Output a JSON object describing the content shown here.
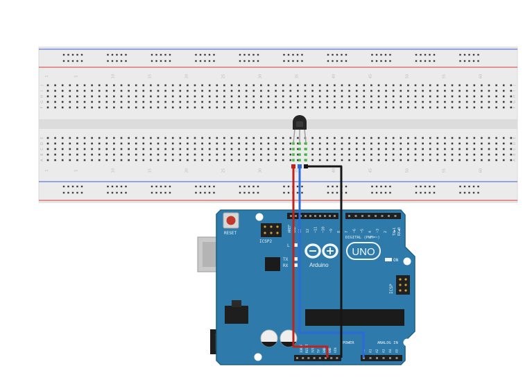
{
  "breadboard": {
    "column_numbers": [
      "1",
      "5",
      "10",
      "15",
      "20",
      "25",
      "30",
      "35",
      "40",
      "45",
      "50",
      "55",
      "60"
    ],
    "row_letters_top": [
      "J",
      "I",
      "H",
      "G",
      "F"
    ],
    "row_letters_bottom": [
      "E",
      "D",
      "C",
      "B",
      "A"
    ],
    "colors": {
      "body": "#ebebeb",
      "rail_red": "#d23a3a",
      "rail_blue": "#3a5fd6",
      "hole": "#3a3a3a",
      "active_hole": "#3fbf3f"
    }
  },
  "sensor": {
    "colors": {
      "body": "#262626"
    }
  },
  "wires": {
    "colors": {
      "red": "#c0231b",
      "blue": "#2c6ad8",
      "black": "#161616"
    }
  },
  "arduino": {
    "reset_label": "RESET",
    "icsp2_label": "ICSP2",
    "icsp_label": "ICSP",
    "led_l": "L",
    "led_tx": "TX",
    "led_rx": "RX",
    "on_label": "ON",
    "brand": "Arduino",
    "model": "UNO",
    "aref_label": "AREF",
    "gnd_label": "GND",
    "digital_label": "DIGITAL (PWM=~)",
    "power_label": "POWER",
    "analog_label": "ANALOG IN",
    "tx_pin": "TX▶1",
    "rx_pin": "RX◀0",
    "digital_pins": [
      "13",
      "12",
      "~11",
      "~10",
      "~9",
      "8",
      "7",
      "~6",
      "~5",
      "4",
      "~3",
      "2"
    ],
    "power_pins": [
      "IOREF",
      "RESET",
      "3V3",
      "5V",
      "GND",
      "GND",
      "VIN"
    ],
    "analog_pins": [
      "A0",
      "A1",
      "A2",
      "A3",
      "A4",
      "A5"
    ],
    "colors": {
      "board": "#2e7bab",
      "board_edge": "#1f5f86",
      "header": "#202020",
      "text": "#e8f2f8"
    }
  }
}
